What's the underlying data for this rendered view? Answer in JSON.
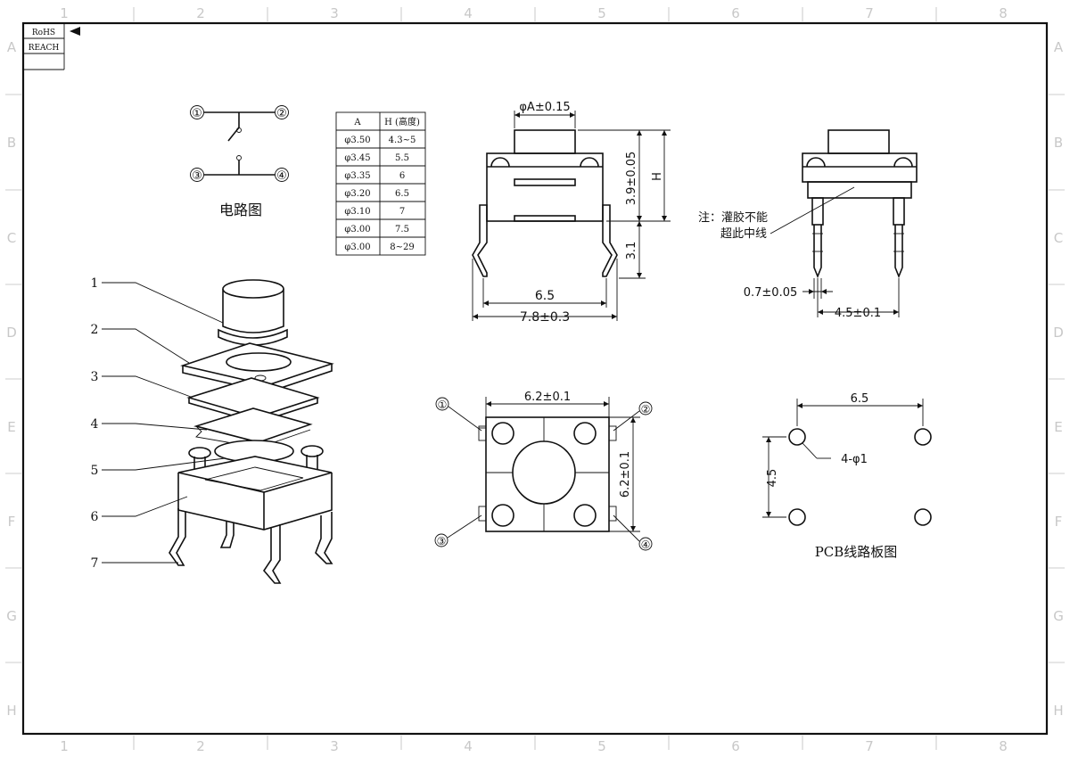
{
  "compliance": {
    "rohs": "RoHS",
    "reach": "REACH"
  },
  "grid": {
    "cols": [
      "1",
      "2",
      "3",
      "4",
      "5",
      "6",
      "7",
      "8"
    ],
    "rows": [
      "A",
      "B",
      "C",
      "D",
      "E",
      "F",
      "G",
      "H"
    ]
  },
  "circuit": {
    "title": "电路图",
    "pins": [
      "①",
      "②",
      "③",
      "④"
    ]
  },
  "height_table": {
    "headers": [
      "A",
      "H (高度)"
    ],
    "rows": [
      [
        "φ3.50",
        "4.3~5"
      ],
      [
        "φ3.45",
        "5.5"
      ],
      [
        "φ3.35",
        "6"
      ],
      [
        "φ3.20",
        "6.5"
      ],
      [
        "φ3.10",
        "7"
      ],
      [
        "φ3.00",
        "7.5"
      ],
      [
        "φ3.00",
        "8~29"
      ]
    ]
  },
  "front_view": {
    "dim_top": "φA±0.15",
    "dim_right_body": "3.9±0.05",
    "dim_right_total": "H",
    "dim_right_pin": "3.1",
    "dim_inner_width": "6.5",
    "dim_outer_width": "7.8±0.3"
  },
  "side_view": {
    "note_line1": "注：灌胶不能",
    "note_line2": "超此中线",
    "dim_pin_width": "0.7±0.05",
    "dim_pin_pitch": "4.5±0.1"
  },
  "top_view": {
    "dim_width": "6.2±0.1",
    "dim_height": "6.2±0.1",
    "pins": [
      "①",
      "②",
      "③",
      "④"
    ]
  },
  "pcb": {
    "title": "PCB线路板图",
    "dim_horizontal": "6.5",
    "dim_vertical": "4.5",
    "hole_label": "4-φ1"
  },
  "exploded": {
    "callouts": [
      "1",
      "2",
      "3",
      "4",
      "5",
      "6",
      "7"
    ]
  }
}
